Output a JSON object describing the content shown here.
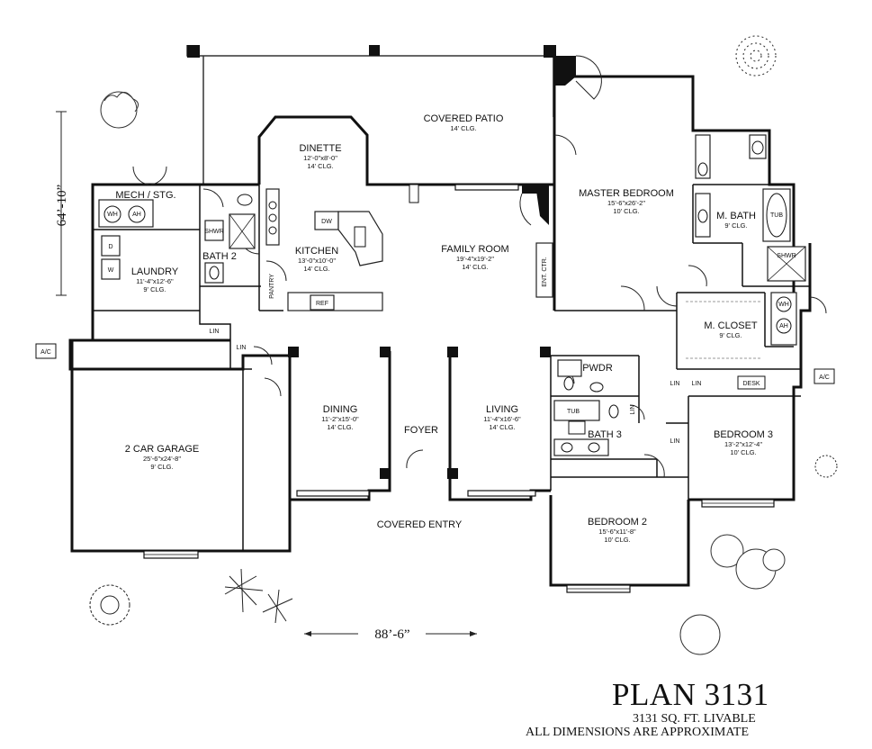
{
  "plan": {
    "title": "PLAN 3131",
    "area": "3131 SQ. FT. LIVABLE",
    "note": "ALL DIMENSIONS ARE APPROXIMATE",
    "overall_depth": "64’-10”",
    "overall_width": "88’-6”"
  },
  "rooms": {
    "covered_patio": {
      "name": "COVERED PATIO",
      "ceiling": "14' CLG."
    },
    "dinette": {
      "name": "DINETTE",
      "size": "12'-0\"x8'-0\"",
      "ceiling": "14' CLG."
    },
    "kitchen": {
      "name": "KITCHEN",
      "size": "13'-0\"x10'-0\"",
      "ceiling": "14' CLG."
    },
    "family_room": {
      "name": "FAMILY ROOM",
      "size": "19'-4\"x19'-2\"",
      "ceiling": "14' CLG."
    },
    "master_bedroom": {
      "name": "MASTER BEDROOM",
      "size": "15'-6\"x26'-2\"",
      "ceiling": "10' CLG."
    },
    "m_bath": {
      "name": "M. BATH",
      "ceiling": "9' CLG."
    },
    "m_closet": {
      "name": "M. CLOSET",
      "ceiling": "9' CLG."
    },
    "mech": {
      "name": "MECH / STG."
    },
    "laundry": {
      "name": "LAUNDRY",
      "size": "11'-4\"x12'-6\"",
      "ceiling": "9' CLG."
    },
    "bath2": {
      "name": "BATH 2"
    },
    "garage": {
      "name": "2 CAR GARAGE",
      "size": "25'-6\"x24'-8\"",
      "ceiling": "9' CLG."
    },
    "dining": {
      "name": "DINING",
      "size": "11'-2\"x15'-0\"",
      "ceiling": "14' CLG."
    },
    "foyer": {
      "name": "FOYER"
    },
    "living": {
      "name": "LIVING",
      "size": "11'-4\"x16'-6\"",
      "ceiling": "14' CLG."
    },
    "pwdr": {
      "name": "PWDR"
    },
    "bath3": {
      "name": "BATH 3"
    },
    "bedroom2": {
      "name": "BEDROOM 2",
      "size": "15'-6\"x11'-8\"",
      "ceiling": "10' CLG."
    },
    "bedroom3": {
      "name": "BEDROOM 3",
      "size": "13'-2\"x12'-4\"",
      "ceiling": "10' CLG."
    },
    "covered_entry": {
      "name": "COVERED ENTRY"
    }
  },
  "labels": {
    "ac": "A/C",
    "lin": "LIN",
    "pantry": "PANTRY",
    "ent_ctr": "ENT. CTR.",
    "desk": "DESK",
    "wh": "WH",
    "ah": "AH",
    "dw": "DW",
    "ref": "REF",
    "shwr": "SHWR",
    "tub": "TUB",
    "washer": "W",
    "dryer": "D"
  }
}
